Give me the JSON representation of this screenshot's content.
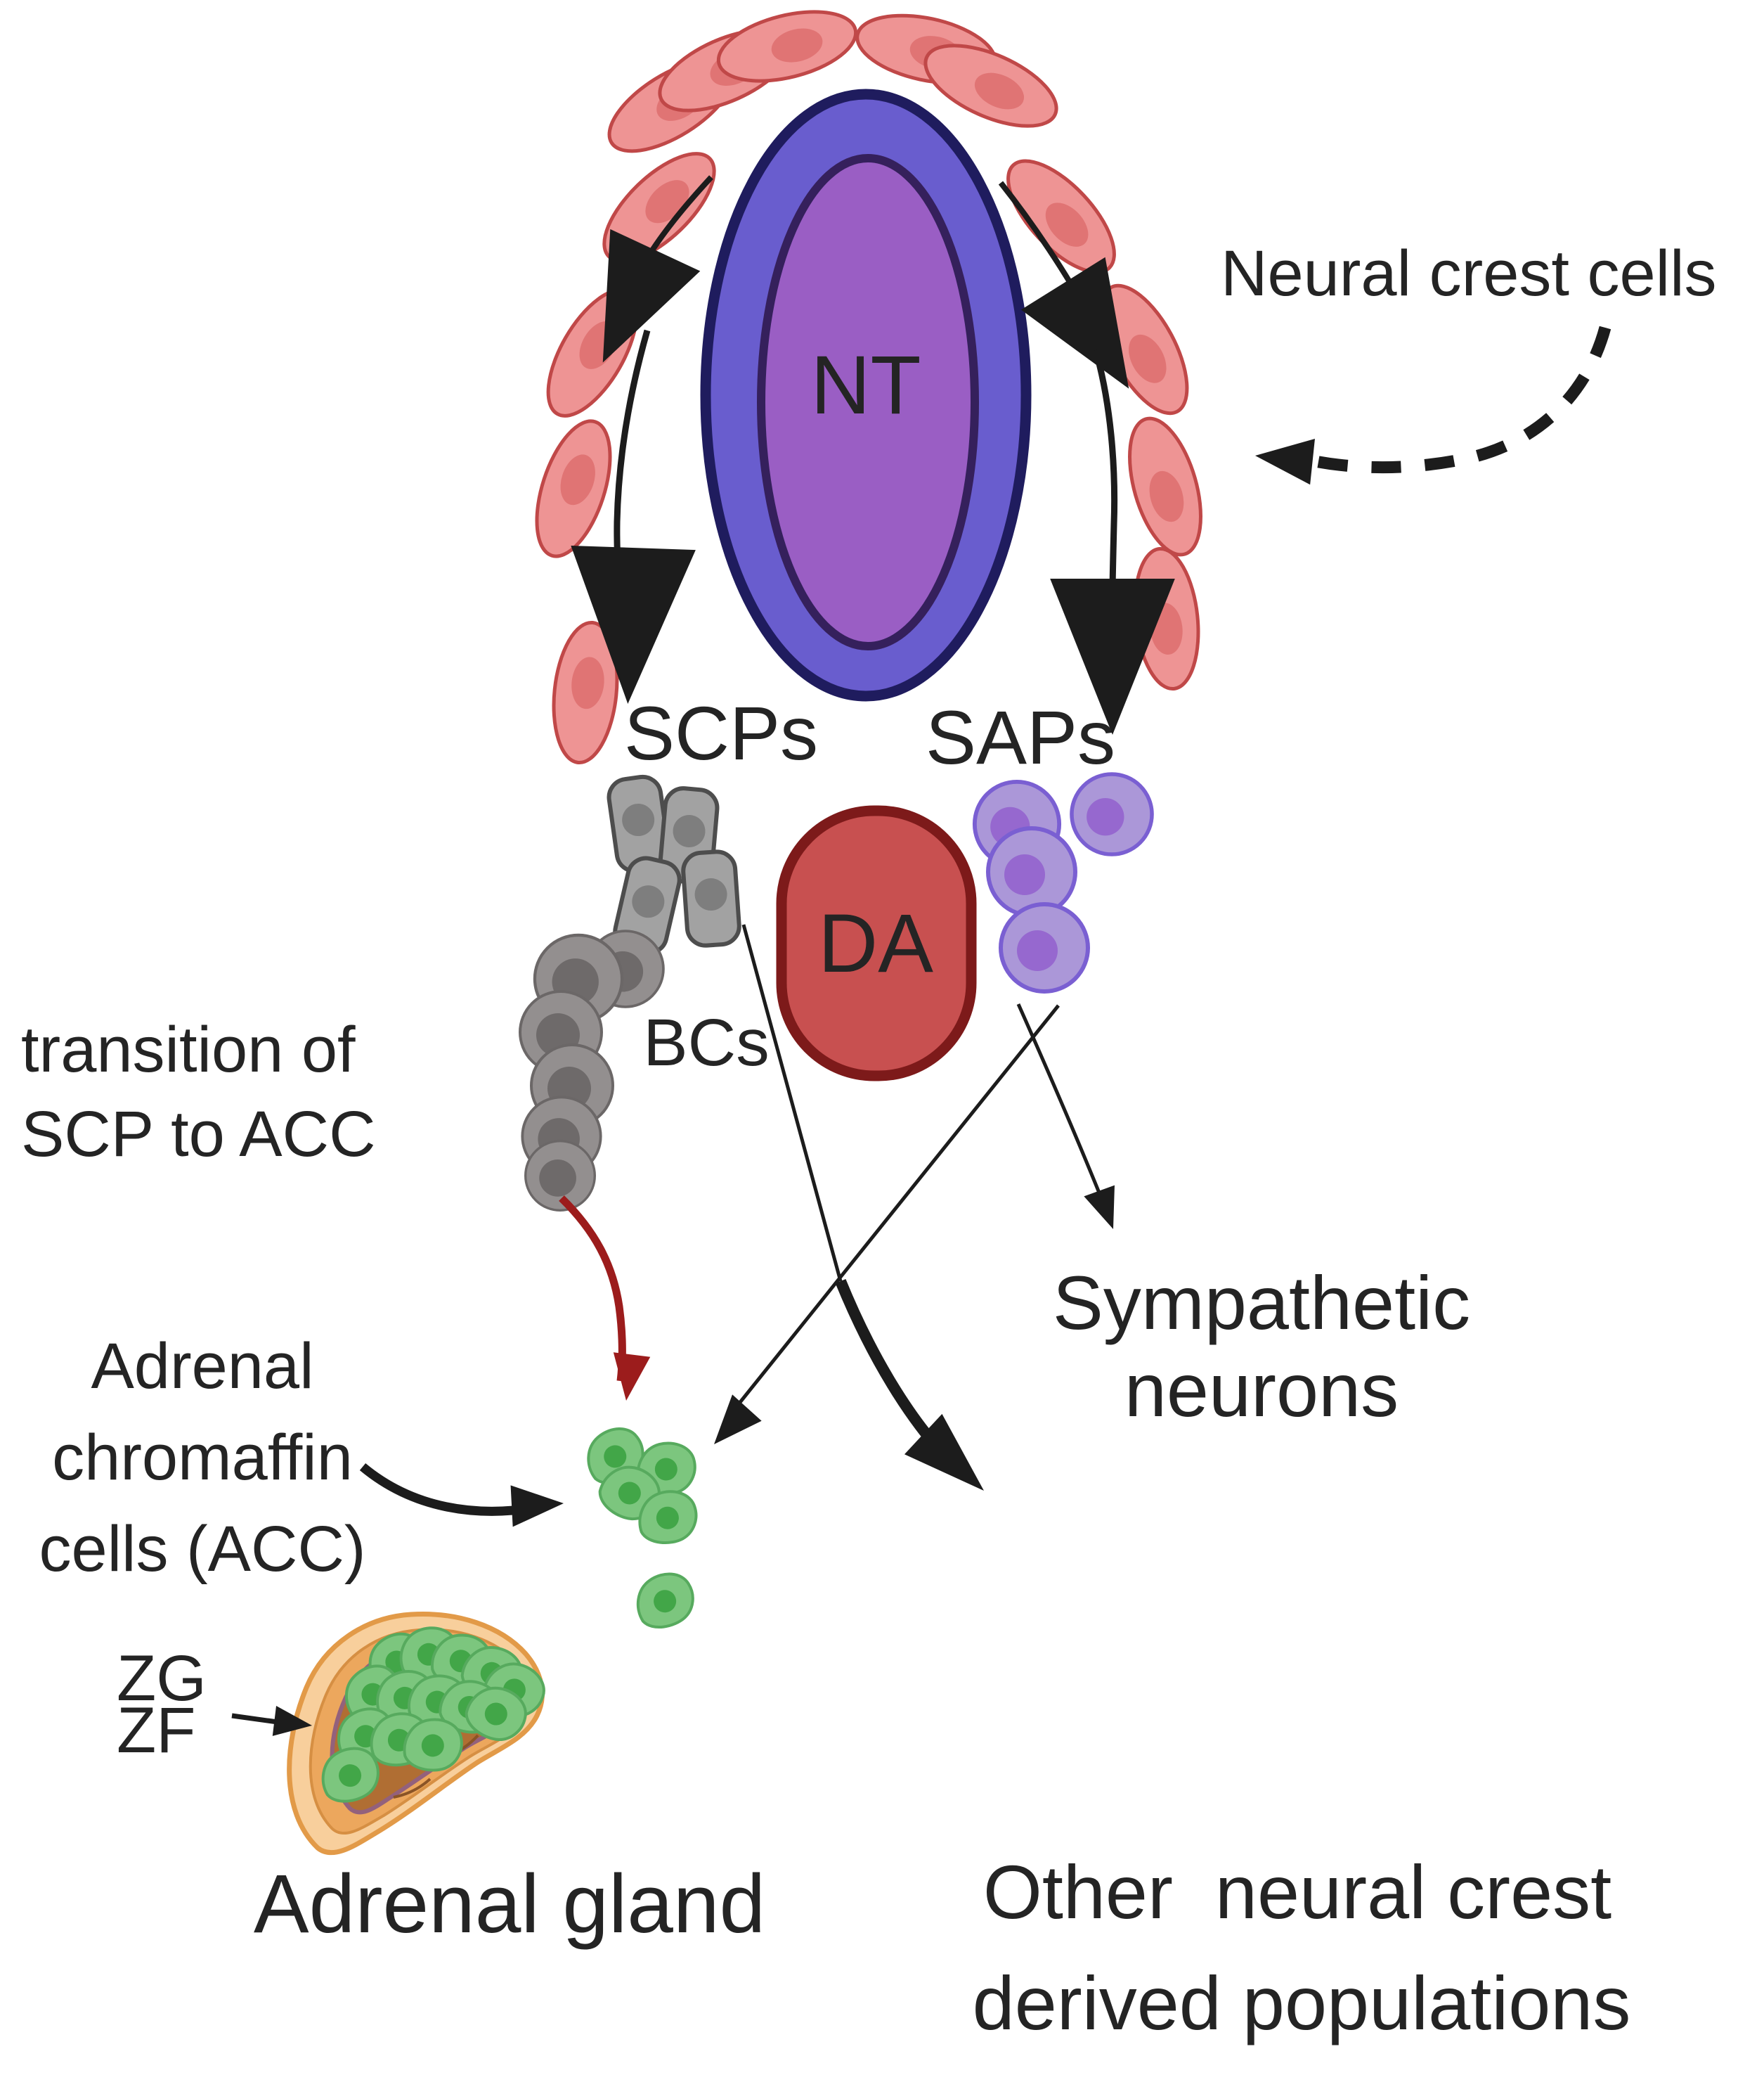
{
  "figure": {
    "title": "Neural crest cell lineage diagram (NT to adrenal gland / sympathetic derivatives)",
    "labels": {
      "neural_crest_cells": "Neural crest cells",
      "nt": "NT",
      "scps": "SCPs",
      "saps": "SAPs",
      "da": "DA",
      "bcs": "BCs",
      "transition_line1": "transition of",
      "transition_line2": "SCP to ACC",
      "acc_line1": "Adrenal",
      "acc_line2": "chromaffin",
      "acc_line3": "cells (ACC)",
      "zg": "ZG",
      "zf": "ZF",
      "adrenal_gland": "Adrenal gland",
      "sympathetic_line1": "Sympathetic",
      "sympathetic_line2": "neurons",
      "other_line1": "Other  neural crest",
      "other_line2": "derived populations"
    },
    "colors": {
      "background": "#ffffff",
      "arrow_black": "#1c1c1c",
      "transition_arrow_red": "#9c1c1c",
      "neural_tube_outer": "#695dce",
      "neural_tube_outer_rim": "#1f1c5e",
      "neural_tube_inner": "#9a5ec4",
      "neural_tube_inner_rim": "#35205c",
      "neural_crest_cell": "#ee9494",
      "neural_crest_cell_stroke": "#c04848",
      "neural_crest_nucleus": "#e07474",
      "scp_cell": "#a2a2a2",
      "scp_cell_stroke": "#4d4d4d",
      "scp_nucleus": "#7e7e7e",
      "bc_cell": "#938f8f",
      "bc_cell_stroke": "#6b6767",
      "bc_nucleus": "#6e6a6a",
      "dorsal_aorta_fill": "#c85050",
      "dorsal_aorta_stroke": "#7d1a1a",
      "sap_cell": "#ab97d8",
      "sap_cell_stroke": "#7a5fd2",
      "sap_nucleus": "#9668cf",
      "acc_cell": "#7cc67e",
      "acc_cell_stroke": "#57aa5e",
      "acc_nucleus": "#42a648",
      "gland_cortex_outer": "#f8cf9c",
      "gland_cortex_mid": "#eca75d",
      "gland_medulla": "#b06e33",
      "gland_medulla_rim": "#93617c",
      "gland_outline": "#e29a48"
    }
  }
}
